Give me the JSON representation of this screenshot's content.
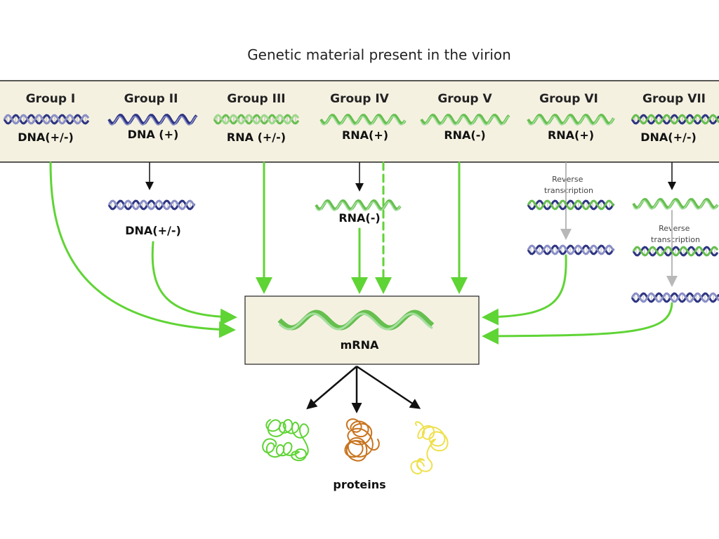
{
  "title": "Genetic material present in the virion",
  "groups": [
    {
      "name": "Group I",
      "genome": "DNA(+/-)",
      "genome_type": "dsDNA"
    },
    {
      "name": "Group II",
      "genome": "DNA (+)",
      "genome_type": "ssDNA"
    },
    {
      "name": "Group III",
      "genome": "RNA (+/-)",
      "genome_type": "dsRNA"
    },
    {
      "name": "Group IV",
      "genome": "RNA(+)",
      "genome_type": "ssRNA"
    },
    {
      "name": "Group V",
      "genome": "RNA(-)",
      "genome_type": "ssRNA"
    },
    {
      "name": "Group VI",
      "genome": "RNA(+)",
      "genome_type": "ssRNA"
    },
    {
      "name": "Group VII",
      "genome": "DNA(+/-)",
      "genome_type": "dsDNA"
    }
  ],
  "intermediates": {
    "group2_dna": "DNA(+/-)",
    "group4_rna": "RNA(-)",
    "reverse_transcription": "Reverse transcription"
  },
  "mrna_label": "mRNA",
  "proteins_label": "proteins",
  "colors": {
    "panel_fill": "#f5f1e1",
    "arrow_green": "#5fd435",
    "arrow_black": "#111111",
    "arrow_gray": "#b8b8b8",
    "dna_blue": "#2e3582",
    "rna_green": "#66bf4e",
    "protein_green": "#5fd435",
    "protein_orange": "#c8741e",
    "protein_yellow": "#efe04e"
  },
  "icons": [
    "dsDNA-helix-icon",
    "ssDNA-helix-icon",
    "dsRNA-helix-icon",
    "ssRNA-helix-icon",
    "mRNA-helix-icon",
    "protein-icon"
  ]
}
